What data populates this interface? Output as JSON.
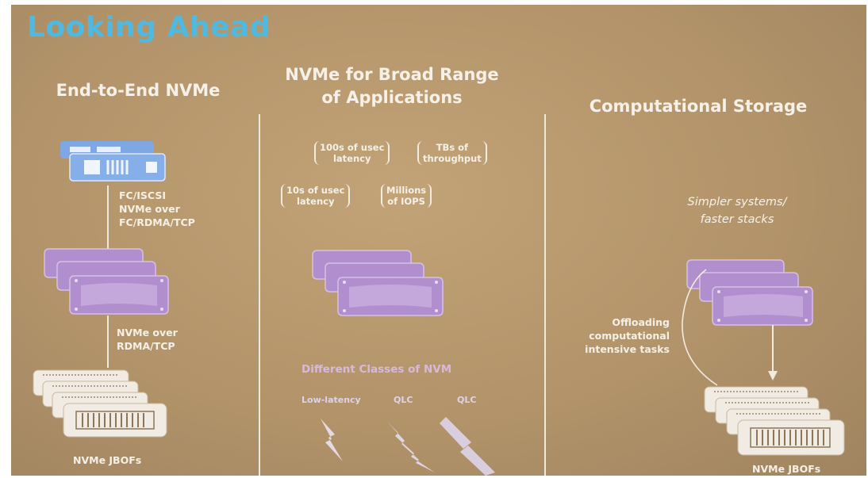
{
  "slide": {
    "title": "Looking Ahead",
    "columns": [
      {
        "heading": "End-to-End NVMe",
        "link_labels": [
          "FC/ISCSI",
          "NVMe over",
          "FC/RDMA/TCP"
        ],
        "link_labels_2": [
          "NVMe over",
          "RDMA/TCP"
        ],
        "footer": "NVMe JBOFs"
      },
      {
        "heading_line1": "NVMe for Broad Range",
        "heading_line2": "of Applications",
        "pills": [
          {
            "line1": "100s of usec",
            "line2": "latency"
          },
          {
            "line1": "TBs of",
            "line2": "throughput"
          },
          {
            "line1": "10s of usec",
            "line2": "latency"
          },
          {
            "line1": "Millions",
            "line2": "of IOPS"
          }
        ],
        "nvm_heading": "Different Classes of NVM",
        "nvm_types": [
          "Low-latency",
          "QLC",
          "QLC"
        ]
      },
      {
        "heading": "Computational Storage",
        "tagline_line1": "Simpler systems/",
        "tagline_line2": "faster stacks",
        "offload_lines": [
          "Offloading",
          "computational",
          "intensive tasks"
        ],
        "footer": "NVMe JBOFs"
      }
    ]
  },
  "colors": {
    "background": "#b3946a",
    "title": "#4fb9df",
    "server": "#7fa7e4",
    "storage": "#b18fcf",
    "jbof": "#f1ece3",
    "text": "#f5f0e6"
  },
  "icons": [
    "server-rack-icon",
    "storage-array-icon",
    "jbof-icon",
    "lightning-icon",
    "arrow-down-icon"
  ]
}
